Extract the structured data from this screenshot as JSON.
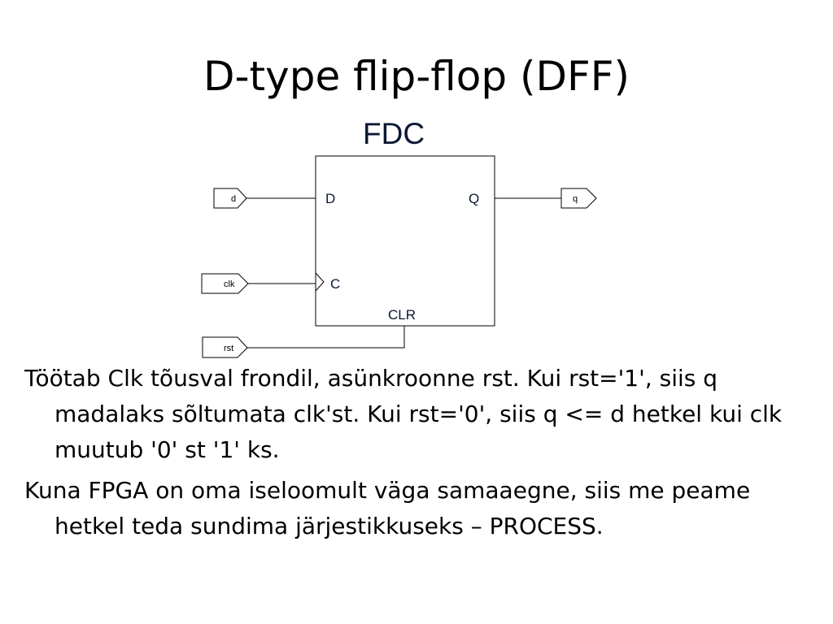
{
  "slide": {
    "title": "D-type flip-flop (DFF)"
  },
  "diagram": {
    "component": "FDC",
    "ports": {
      "d": "D",
      "clock": "C",
      "q": "Q",
      "clear": "CLR"
    },
    "signals": {
      "data_in": "d",
      "clock_in": "clk",
      "reset_in": "rst",
      "data_out": "q"
    },
    "line_color": "#000000",
    "label_color": "#0b1733"
  },
  "body": {
    "paragraphs": [
      "Töötab Clk tõusval frondil, asünkroonne rst. Kui rst='1', siis q madalaks sõltumata clk'st. Kui rst='0', siis q <= d hetkel kui clk muutub '0' st '1' ks.",
      "Kuna FPGA on oma iseloomult väga samaaegne, siis me peame hetkel teda sundima järjestikkuseks – PROCESS."
    ]
  }
}
